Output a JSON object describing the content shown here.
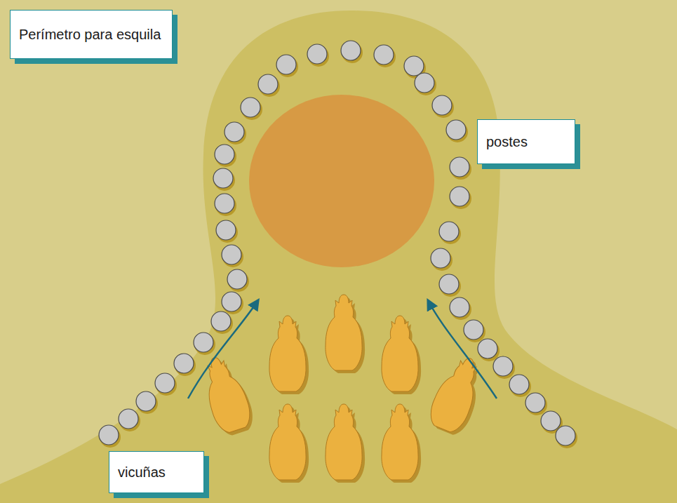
{
  "diagram": {
    "nodes": [
      {
        "text": [
          "Perímetro para esquila"
        ]
      },
      {
        "text": [
          "postes"
        ]
      },
      {
        "text": [
          "vicuñas"
        ]
      }
    ]
  }
}
